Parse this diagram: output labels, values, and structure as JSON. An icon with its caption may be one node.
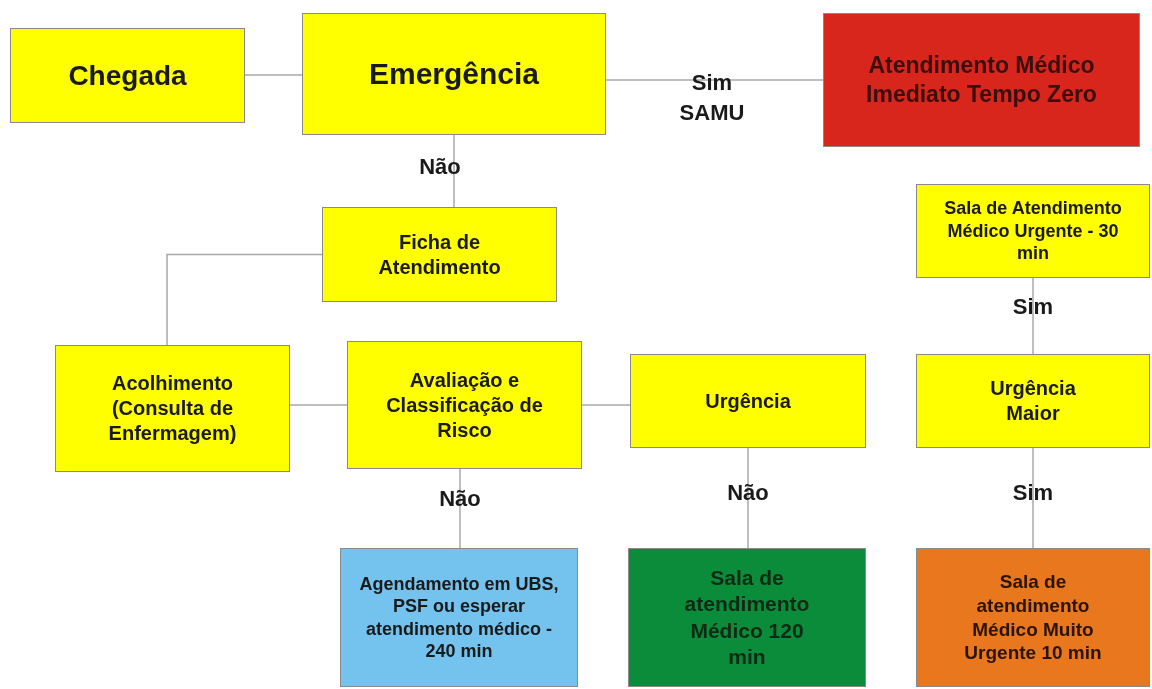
{
  "diagram": {
    "nodes": [
      {
        "text": [
          "Chegada"
        ]
      },
      {
        "text": [
          "Emergência"
        ]
      },
      {
        "text": [
          "Atendimento Médico Imediato Tempo Zero"
        ]
      },
      {
        "text": [
          "Ficha de Atendimento"
        ]
      },
      {
        "text": [
          "Sala de Atendimento Médico Urgente - 30 min"
        ]
      },
      {
        "text": [
          "Acolhimento (Consulta de Enfermagem)"
        ]
      },
      {
        "text": [
          "Avaliação e Classificação de Risco"
        ]
      },
      {
        "text": [
          "Urgência"
        ]
      },
      {
        "text": [
          "Urgência Maior"
        ]
      },
      {
        "text": [
          "Agendamento em UBS, PSF ou esperar atendimento médico - 240 min"
        ]
      },
      {
        "text": [
          "Sala de atendimento Médico 120 min"
        ]
      },
      {
        "text": [
          "Sala de atendimento Médico Muito Urgente 10 min"
        ]
      }
    ],
    "edges": [
      {
        "from": 0,
        "to": 1,
        "arrow": "none"
      },
      {
        "from": 1,
        "to": 2,
        "arrow": "none",
        "label": "Sim SAMU"
      },
      {
        "from": 1,
        "to": 3,
        "arrow": "none",
        "label": "Não"
      },
      {
        "from": 3,
        "to": 5,
        "arrow": "none"
      },
      {
        "from": 5,
        "to": 6,
        "arrow": "none"
      },
      {
        "from": 6,
        "to": 7,
        "arrow": "none"
      },
      {
        "from": 6,
        "to": 9,
        "arrow": "none",
        "label": "Não"
      },
      {
        "from": 7,
        "to": 10,
        "arrow": "none",
        "label": "Não"
      },
      {
        "from": 8,
        "to": 4,
        "arrow": "none",
        "label": "Sim"
      },
      {
        "from": 8,
        "to": 11,
        "arrow": "none",
        "label": "Sim"
      }
    ]
  }
}
